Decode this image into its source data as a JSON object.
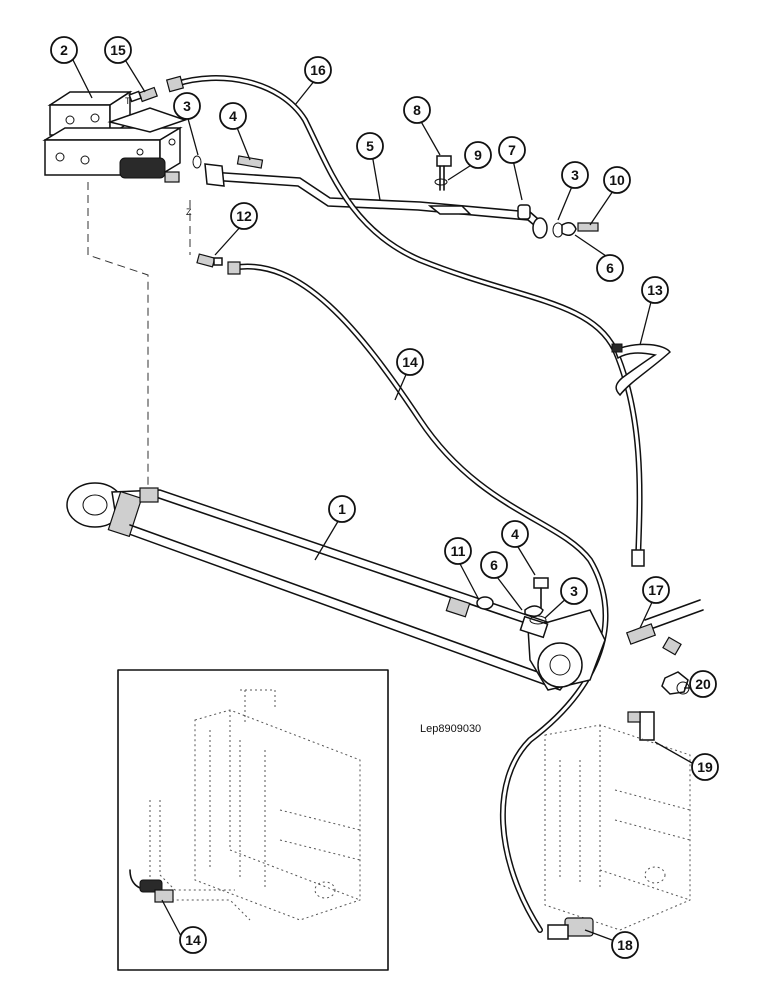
{
  "drawing_ref": "Lep8909030",
  "port_labels": {
    "t": "T",
    "z": "Z"
  },
  "callouts": {
    "c1": "1",
    "c2": "2",
    "c3a": "3",
    "c3b": "3",
    "c3c": "3",
    "c4a": "4",
    "c4b": "4",
    "c5": "5",
    "c6a": "6",
    "c6b": "6",
    "c7": "7",
    "c8": "8",
    "c9": "9",
    "c10": "10",
    "c11": "11",
    "c12": "12",
    "c13": "13",
    "c14a": "14",
    "c14b": "14",
    "c15": "15",
    "c16": "16",
    "c17": "17",
    "c18": "18",
    "c19": "19",
    "c20": "20"
  }
}
